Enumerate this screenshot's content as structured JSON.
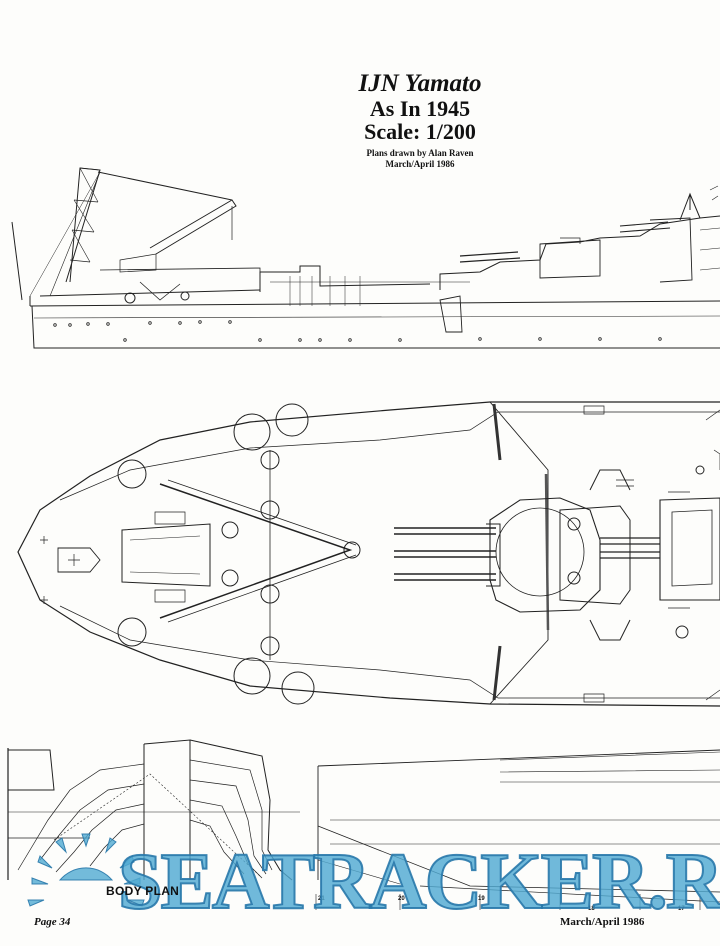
{
  "title": {
    "ship": "IJN Yamato",
    "subtitle": "As In 1945",
    "scale": "Scale: 1/200"
  },
  "credits": {
    "line1": "Plans drawn by Alan Raven",
    "line2": "March/April 1986"
  },
  "body_plan_label": "BODY PLAN",
  "frame_numbers": [
    "21",
    "20",
    "19",
    "18",
    "17"
  ],
  "footer": {
    "page": "Page 34",
    "issue": "March/April 1986"
  },
  "watermark": "SEATRACKER.RU",
  "colors": {
    "ink": "#111111",
    "watermark": "#50aad2"
  }
}
